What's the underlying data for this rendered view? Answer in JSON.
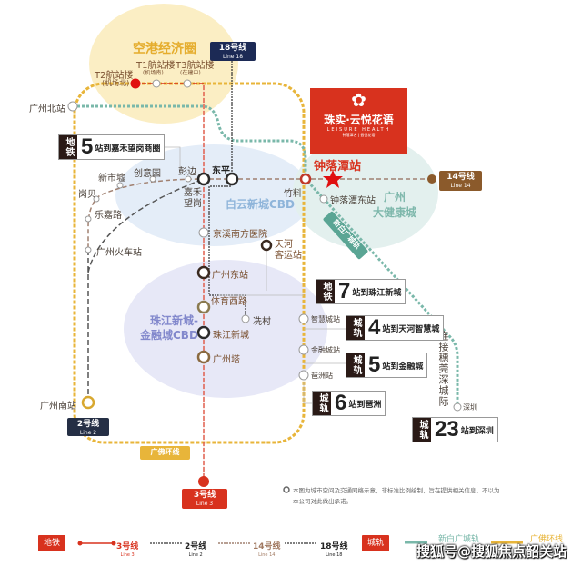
{
  "zones": {
    "airport": "空港经济圈",
    "baiyun": "白云新城CBD",
    "zhujiang": "珠江新城-\n金融城CBD",
    "health_l1": "广州",
    "health_l2": "大健康城"
  },
  "lines": {
    "l18": {
      "name": "18号线",
      "en": "Line 18",
      "color": "#1c2a55"
    },
    "l14": {
      "name": "14号线",
      "en": "Line 14",
      "color": "#8b5a2b"
    },
    "l3": {
      "name": "3号线",
      "en": "Line 3",
      "color": "#d8321e"
    },
    "l2": {
      "name": "2号线",
      "en": "Line 2",
      "color": "#252f45"
    },
    "gf": {
      "name": "广佛环线",
      "color": "#e8b53a"
    },
    "xbg": {
      "name": "新白广城轨",
      "color": "#5aa594"
    }
  },
  "stations": {
    "t2": "T2航站楼",
    "t2_sub": "(机场北)",
    "t1": "T1航站楼",
    "t1_sub": "(机场南)",
    "t3": "T3航站楼",
    "t3_sub": "(在建中)",
    "gzbei": "广州北站",
    "xinshixu": "新市墟",
    "chuangyi": "创意园",
    "pengbian": "彭边",
    "dongping": "东平",
    "gangbei": "岗贝",
    "lejia": "乐嘉路",
    "jiahe": "嘉禾\n望岗",
    "gzhuoche": "广州火车站",
    "zhuliao": "竹料",
    "zltdong": "钟落潭东站",
    "jingxi": "京溪南方医院",
    "tianhe": "天河\n客运站",
    "gzdong": "广州东站",
    "tiyu": "体育西路",
    "xiancun": "冼村",
    "zjxc": "珠江新城",
    "gzta": "广州塔",
    "zhihui": "智慧城站",
    "jinrong": "金融城站",
    "pazhou": "琶洲站",
    "gznan": "广州南站",
    "shenzhen": "深圳",
    "highlight": "钟落潭站"
  },
  "project": {
    "name": "珠实·云悦花语",
    "en": "LEISURE HEALTH",
    "tagline": "钟落潭名 | 云悦花语"
  },
  "info_boxes": [
    {
      "kind": "地铁",
      "num": "5",
      "desc": "站到嘉禾望岗商圈"
    },
    {
      "kind": "地铁",
      "num": "7",
      "desc": "站到珠江新城"
    },
    {
      "kind": "城轨",
      "num": "4",
      "desc": "站到天河智慧城"
    },
    {
      "kind": "城轨",
      "num": "5",
      "desc": "站到金融城"
    },
    {
      "kind": "城轨",
      "num": "6",
      "desc": "站到琶洲"
    },
    {
      "kind": "城轨",
      "num": "23",
      "desc": "站到深圳"
    }
  ],
  "intercity_label": "连接穗莞深城际",
  "note": "本图为城市空间及交通网络示意，非标准比例绘制，旨在提供相关信息，不以为\n本公司对此做出承诺。",
  "legend": {
    "metro": "地铁",
    "rail": "城轨",
    "items": [
      {
        "name": "3号线",
        "en": "Line 3"
      },
      {
        "name": "2号线",
        "en": "Line 2"
      },
      {
        "name": "14号线",
        "en": "Line 14"
      },
      {
        "name": "18号线",
        "en": "Line 18"
      },
      {
        "name": "新白广城轨"
      },
      {
        "name": "广佛环线"
      }
    ]
  },
  "watermark": "搜狐号@搜狐焦点韶关站"
}
